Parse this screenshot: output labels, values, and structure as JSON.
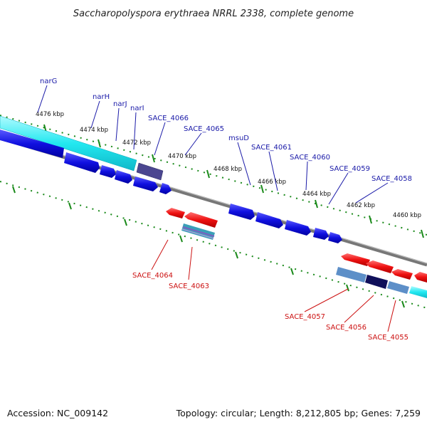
{
  "title": "Saccharopolyspora erythraea NRRL 2338, complete genome",
  "footer": {
    "accession": "Accession: NC_009142",
    "summary": "Topology: circular; Length: 8,212,805 bp; Genes: 7,259"
  },
  "ticks": [
    "4476 kbp",
    "4474 kbp",
    "4472 kbp",
    "4470 kbp",
    "4468 kbp",
    "4466 kbp",
    "4464 kbp",
    "4462 kbp",
    "4460 kbp"
  ],
  "forward_labels": [
    "narG",
    "narH",
    "narJ",
    "narI",
    "SACE_4066",
    "SACE_4065",
    "msuD",
    "SACE_4061",
    "SACE_4060",
    "SACE_4059",
    "SACE_4058"
  ],
  "reverse_labels": [
    "SACE_4064",
    "SACE_4063",
    "SACE_4057",
    "SACE_4056",
    "SACE_4055"
  ],
  "colors": {
    "forward_gene": "#1010e0",
    "reverse_gene": "#ee1111",
    "cds_cyan": "#22e8f0",
    "tick_green": "#1a8a1a",
    "backbone": "#777777",
    "label_forward": "#1a1aa8",
    "label_reverse": "#cc1111"
  }
}
